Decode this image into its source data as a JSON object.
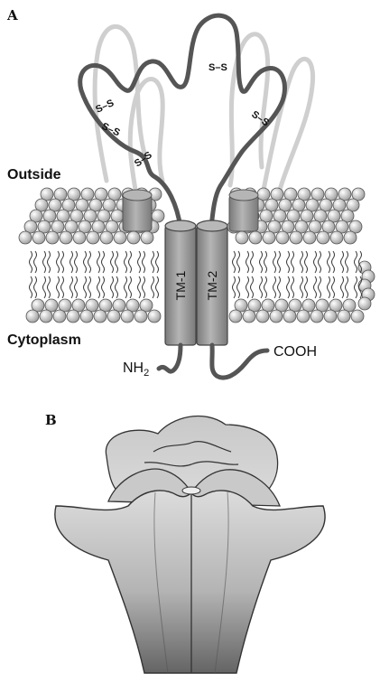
{
  "panels": {
    "a": {
      "label": "A"
    },
    "b": {
      "label": "B"
    }
  },
  "membrane": {
    "outside_label": "Outside",
    "inside_label": "Cytoplasm"
  },
  "helices": {
    "tm1": "TM-1",
    "tm2": "TM-2"
  },
  "termini": {
    "n_main": "NH",
    "n_sub": "2",
    "c": "COOH"
  },
  "disulfides": [
    "S–S",
    "S–S",
    "S–S",
    "S–S",
    "S–S"
  ],
  "colors": {
    "background": "#ffffff",
    "loop_dark": "#555555",
    "loop_light": "#cfcfcf",
    "lipid_head": "#d8d8d8",
    "helix_fill": "#9a9a9a",
    "trimer_top": "#d4d4d4",
    "trimer_bottom": "#6e6e6e"
  }
}
